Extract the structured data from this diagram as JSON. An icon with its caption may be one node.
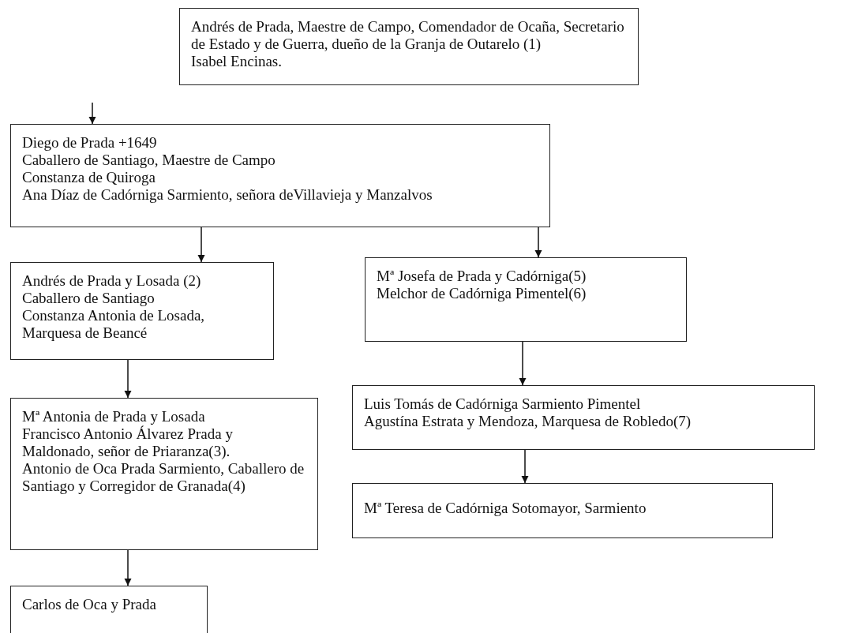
{
  "diagram": {
    "nodes": [
      {
        "text": [
          "Andrés de Prada, Maestre de Campo, Comendador de Ocaña, Secretario de Estado y de Guerra, dueño de la Granja de Outarelo (1)",
          "Isabel Encinas."
        ]
      },
      {
        "text": [
          "Diego de Prada +1649",
          "Caballero de Santiago, Maestre de Campo",
          "Constanza de Quiroga",
          "Ana Díaz de Cadórniga Sarmiento, señora deVillavieja y Manzalvos"
        ]
      },
      {
        "text": [
          "Andrés de Prada y Losada (2)",
          "Caballero de Santiago",
          "Constanza Antonia de Losada, Marquesa de Beancé"
        ]
      },
      {
        "text": [
          "Mª Josefa de Prada y Cadórniga(5)",
          "Melchor de Cadórniga Pimentel(6)"
        ]
      },
      {
        "text": [
          "Mª Antonia de Prada y Losada",
          "Francisco Antonio Álvarez Prada y Maldonado, señor de Priaranza(3).",
          "Antonio de Oca Prada Sarmiento, Caballero de Santiago y Corregidor de Granada(4)"
        ]
      },
      {
        "text": [
          "Luis Tomás de Cadórniga Sarmiento Pimentel",
          "Agustína Estrata y Mendoza, Marquesa de Robledo(7)"
        ]
      },
      {
        "text": [
          "Mª Teresa de Cadórniga Sotomayor, Sarmiento"
        ]
      },
      {
        "text": [
          "Carlos de Oca y Prada"
        ]
      }
    ],
    "edges": [
      {
        "from": null,
        "to": 1,
        "arrow": "to"
      },
      {
        "from": 1,
        "to": 2,
        "arrow": "to"
      },
      {
        "from": 1,
        "to": 3,
        "arrow": "to"
      },
      {
        "from": 2,
        "to": 4,
        "arrow": "to"
      },
      {
        "from": 3,
        "to": 5,
        "arrow": "to"
      },
      {
        "from": 4,
        "to": 7,
        "arrow": "to"
      },
      {
        "from": 5,
        "to": 6,
        "arrow": "to"
      }
    ]
  }
}
